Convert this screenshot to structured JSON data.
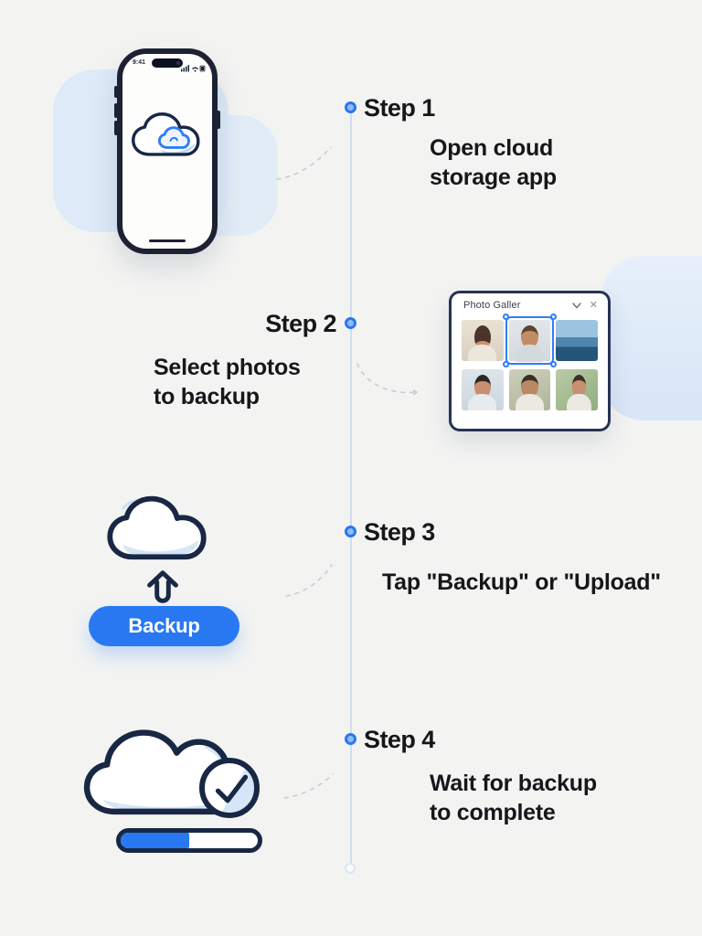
{
  "colors": {
    "background": "#f3f4f2",
    "accent_blue": "#2878f2",
    "outline_navy": "#182744",
    "light_blue_shape": "#dce9f8",
    "timeline_line": "#cfddf0"
  },
  "phone": {
    "status_time": "9:41",
    "status_icons": [
      "signal-icon",
      "wifi-icon",
      "battery-icon"
    ],
    "app_icon": "cloud-app-icon"
  },
  "timeline": {
    "steps": [
      {
        "label": "Step 1",
        "description": "Open cloud\nstorage app"
      },
      {
        "label": "Step 2",
        "description": "Select photos\nto backup"
      },
      {
        "label": "Step 3",
        "description": "Tap \"Backup\" or \"Upload\""
      },
      {
        "label": "Step 4",
        "description": "Wait for backup\nto complete"
      }
    ]
  },
  "gallery": {
    "title": "Photo Galler",
    "window_icons": [
      "chevron-down-icon",
      "close-icon"
    ],
    "close_glyph": "✕",
    "photos": [
      {
        "name": "portrait-woman-1"
      },
      {
        "name": "portrait-man-selected"
      },
      {
        "name": "coastal-landscape"
      },
      {
        "name": "portrait-woman-2"
      },
      {
        "name": "portrait-woman-3"
      },
      {
        "name": "person-outdoors"
      }
    ],
    "selected_index": 1
  },
  "step3_art": {
    "icons": [
      "cloud-icon",
      "upload-arrow-icon"
    ],
    "button_label": "Backup"
  },
  "step4_art": {
    "icons": [
      "cloud-icon",
      "check-icon",
      "progress-bar"
    ],
    "progress_percent": 50
  }
}
